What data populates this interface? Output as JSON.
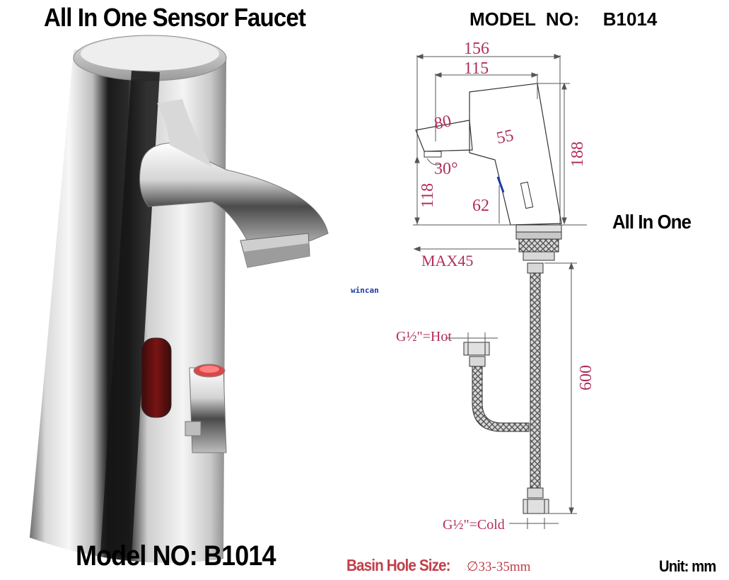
{
  "header": {
    "title": "All In One Sensor Faucet",
    "model_label": "MODEL  NO:",
    "model_number": "B1014"
  },
  "footer": {
    "model_text": "Model NO: B1014",
    "basin_label": "Basin Hole Size:",
    "basin_value": "∅33-35mm",
    "unit": "Unit: mm"
  },
  "drawing": {
    "variant_label": "All In One",
    "watermark": "wincan",
    "dimensions": {
      "d156": "156",
      "d115": "115",
      "d80": "80",
      "d55": "55",
      "d188": "188",
      "d30": "30°",
      "d118": "118",
      "d62": "62",
      "max45": "MAX45",
      "hot": "G½\"=Hot",
      "cold": "G½\"=Cold",
      "d600": "600"
    }
  },
  "colors": {
    "dimension_text": "#b0305a",
    "basin_label": "#c0404a",
    "watermark": "#1a3aa6"
  }
}
